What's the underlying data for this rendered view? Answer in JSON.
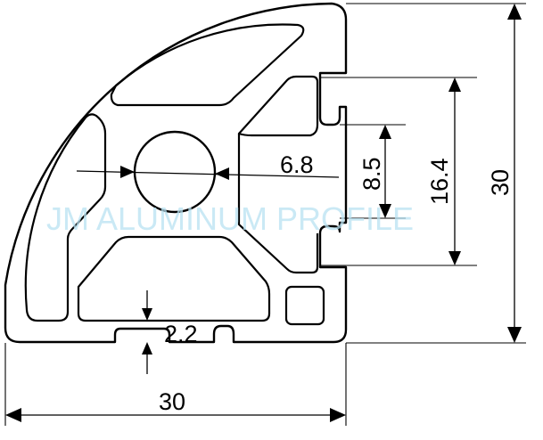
{
  "dimensions": {
    "width": "30",
    "height": "30",
    "slot_outer": "16.4",
    "slot_inner": "8.5",
    "bore": "6.8",
    "slot_depth": "2.2"
  },
  "watermark": "JM ALUMINUM PROFILE",
  "colors": {
    "line": "#000000",
    "watermark": "#b8e1f2",
    "background": "#ffffff"
  }
}
